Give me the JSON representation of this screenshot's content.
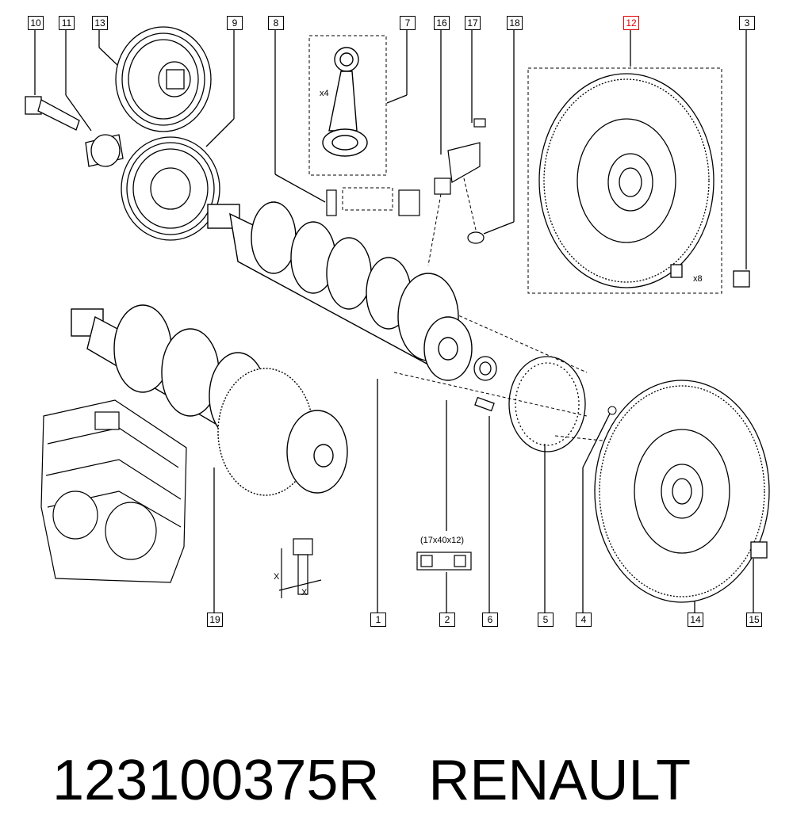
{
  "callouts": {
    "c10": "10",
    "c11": "11",
    "c13": "13",
    "c9": "9",
    "c8": "8",
    "c7": "7",
    "c16": "16",
    "c17": "17",
    "c18": "18",
    "c12": "12",
    "c3": "3",
    "c19": "19",
    "c1": "1",
    "c2": "2",
    "c6": "6",
    "c5": "5",
    "c4": "4",
    "c14": "14",
    "c15": "15"
  },
  "annotations": {
    "rod_qty": "x4",
    "bolt_qty": "x8",
    "dim": "(17x40x12)",
    "dim_x": "X",
    "dim_x2": "X"
  },
  "caption": {
    "part_number": "123100375R",
    "brand": "RENAULT"
  },
  "colors": {
    "line": "#000000",
    "highlight": "#e00000"
  }
}
